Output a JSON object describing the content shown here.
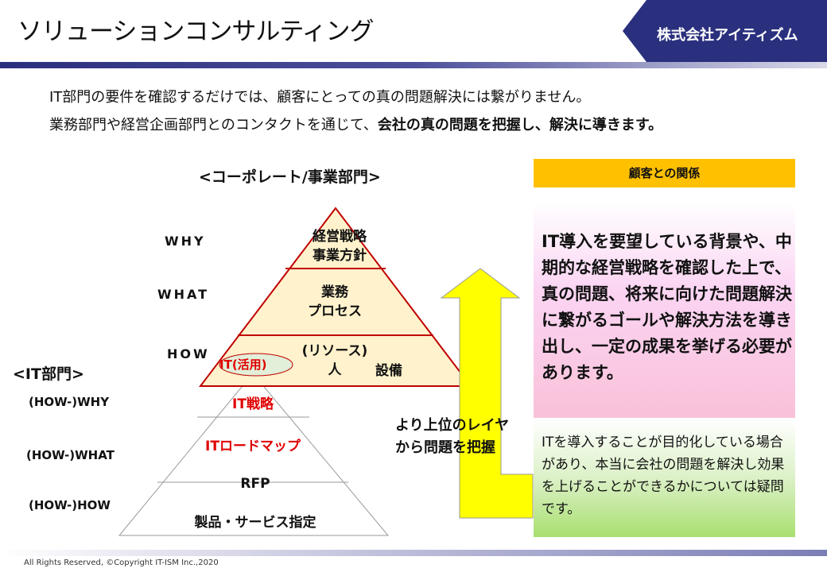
{
  "header": {
    "title": "ソリューションコンサルティング",
    "company": "株式会社アイティズム"
  },
  "intro": {
    "line1": "IT部門の要件を確認するだけでは、顧客にとっての真の問題解決には繋がりません。",
    "line2_plain": "業務部門や経営企画部門とのコンタクトを通じて、",
    "line2_bold": "会社の真の問題を把握し、解決に導きます。"
  },
  "corporate": {
    "label": "<コーポレート/事業部門>",
    "levels": [
      "WHY",
      "WHAT",
      "HOW"
    ],
    "tiers": {
      "top_line1": "経営戦略",
      "top_line2": "事業方針",
      "mid_line1": "業務",
      "mid_line2": "プロセス",
      "bottom_resources": "(リソース)",
      "bottom_people": "人",
      "bottom_equipment": "設備",
      "bottom_it": "IT(活用)"
    }
  },
  "it_dept": {
    "label": "<IT部門>",
    "levels": [
      "(HOW-)WHY",
      "(HOW-)WHAT",
      "(HOW-)HOW"
    ],
    "tiers": {
      "strategy": "IT戦略",
      "roadmap": "ITロードマップ",
      "rfp": "RFP",
      "products": "製品・サービス指定"
    }
  },
  "arrow": {
    "line1": "より上位のレイヤ",
    "line2": "から問題を把握"
  },
  "relationship": {
    "header": "顧客との関係",
    "main_text": "IT導入を要望している背景や、中期的な経営戦略を確認した上で、真の問題、将来に向けた問題解決に繋がるゴールや解決方法を導き出し、一定の成果を挙げる必要があります。",
    "sub_text": "ITを導入することが目的化している場合があり、本当に会社の問題を解決し効果を上げることができるかについては疑問です。"
  },
  "colors": {
    "accent_navy": "#2a2f7e",
    "pyramid_fill": "#fff2cc",
    "pyramid_stroke": "#c00000",
    "arrow_fill": "#ffff00",
    "header_yellow": "#ffc000",
    "highlight_red": "#e00000"
  },
  "footer": {
    "copyright": "All Rights Reserved, ©Copyright IT-ISM Inc.,2020"
  }
}
